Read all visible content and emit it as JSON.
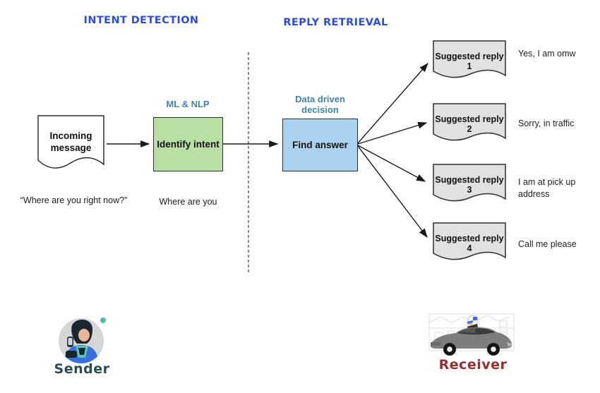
{
  "titles": {
    "intent": "INTENT DETECTION",
    "reply": "REPLY RETRIEVAL"
  },
  "intent_stage": {
    "incoming_message": {
      "label": "Incoming message",
      "example": "“Where are you right now?”"
    },
    "identify_intent": {
      "annotation": "ML & NLP",
      "label": "Identify intent",
      "example": "Where are you"
    }
  },
  "reply_stage": {
    "find_answer": {
      "annotation": "Data driven decision",
      "label": "Find answer"
    },
    "replies": [
      {
        "label": "Suggested reply 1",
        "text": "Yes, I am omw"
      },
      {
        "label": "Suggested reply 2",
        "text": "Sorry, in traffic"
      },
      {
        "label": "Suggested reply 3",
        "text": "I am at pick up address"
      },
      {
        "label": "Suggested reply 4",
        "text": "Call me please"
      }
    ]
  },
  "actors": {
    "sender": "Sender",
    "receiver": "Receiver"
  },
  "colors": {
    "section_title": "#2b4cdf",
    "annotation": "#3e85a8",
    "intent_box_fill": "#b9dfa4",
    "answer_box_fill": "#aad2ee",
    "doc_fill": "#e1e1e1",
    "sender_label": "#2c4a54",
    "receiver_label": "#9a2d2d"
  }
}
